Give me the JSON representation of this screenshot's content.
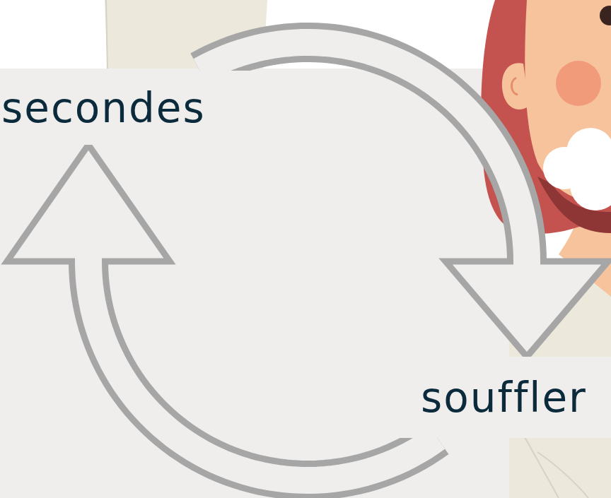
{
  "diagram": {
    "nodes": [
      {
        "text": [
          "secondes"
        ]
      },
      {
        "text": [
          "souffler"
        ]
      }
    ],
    "edges": [
      {
        "from": 0,
        "to": 1,
        "arrow": "to"
      },
      {
        "from": 1,
        "to": 0,
        "arrow": "to"
      }
    ]
  }
}
